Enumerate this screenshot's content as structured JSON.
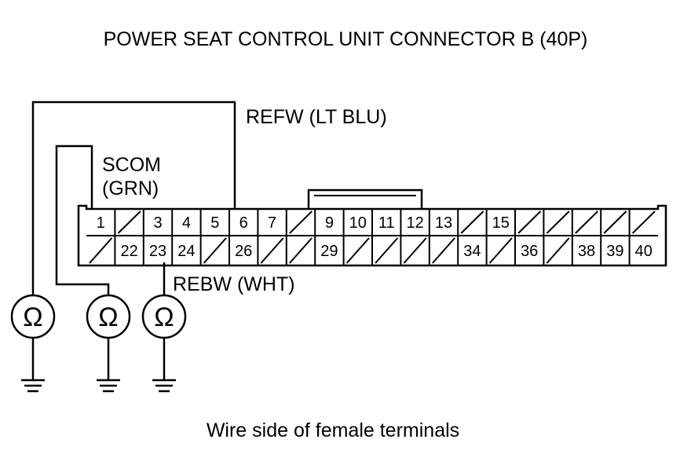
{
  "title": "POWER SEAT CONTROL UNIT CONNECTOR B (40P)",
  "caption": "Wire side of female terminals",
  "wires": {
    "refw": "REFW (LT BLU)",
    "scom_line1": "SCOM",
    "scom_line2": "(GRN)",
    "rebw": "REBW (WHT)"
  },
  "meter_symbol": "Ω",
  "connector": {
    "top_row": [
      "1",
      "/",
      "3",
      "4",
      "5",
      "6",
      "7",
      "/",
      "9",
      "10",
      "11",
      "12",
      "13",
      "/",
      "15",
      "/",
      "/",
      "/",
      "/",
      "/"
    ],
    "bottom_row": [
      "/",
      "22",
      "23",
      "24",
      "/",
      "26",
      "/",
      "/",
      "29",
      "/",
      "/",
      "/",
      "/",
      "34",
      "/",
      "36",
      "/",
      "38",
      "39",
      "40"
    ]
  }
}
